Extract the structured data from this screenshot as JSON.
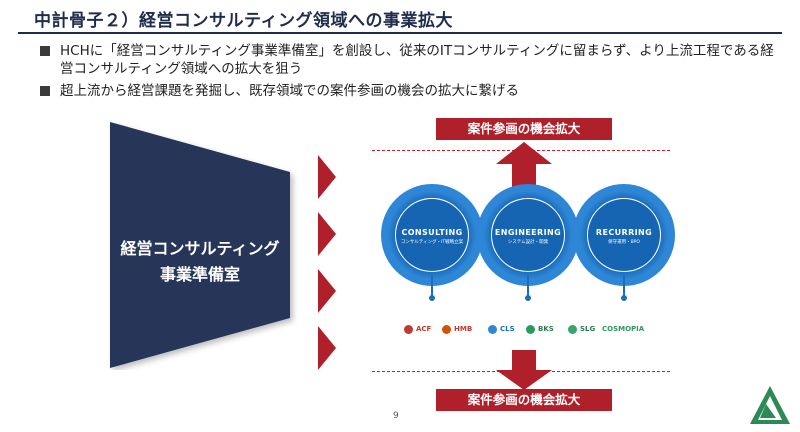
{
  "title": "中計骨子２）経営コンサルティング領域への事業拡大",
  "bullets": [
    "HCHに「経営コンサルティング事業準備室」を創設し、従来のITコンサルティングに留まらず、より上流工程である経営コンサルティング領域への拡大を狙う",
    "超上流から経営課題を発掘し、既存領域での案件参画の機会の拡大に繋げる"
  ],
  "left_box": {
    "line1": "経営コンサルティング",
    "line2": "事業準備室"
  },
  "banner_top": "案件参画の機会拡大",
  "banner_bottom": "案件参画の機会拡大",
  "rings": [
    {
      "title": "CONSULTING",
      "sub": "コンサルティング・IT戦略立案"
    },
    {
      "title": "ENGINEERING",
      "sub": "システム設計・開発"
    },
    {
      "title": "RECURRING",
      "sub": "保守運用・BPO"
    }
  ],
  "logos": [
    "ACF",
    "HMB",
    "CLS",
    "BKS",
    "SLG",
    "COSMOPIA"
  ],
  "page_number": "9",
  "colors": {
    "navy": "#1f2d4d",
    "red": "#b0202b",
    "blue": "#1f6fb8"
  }
}
